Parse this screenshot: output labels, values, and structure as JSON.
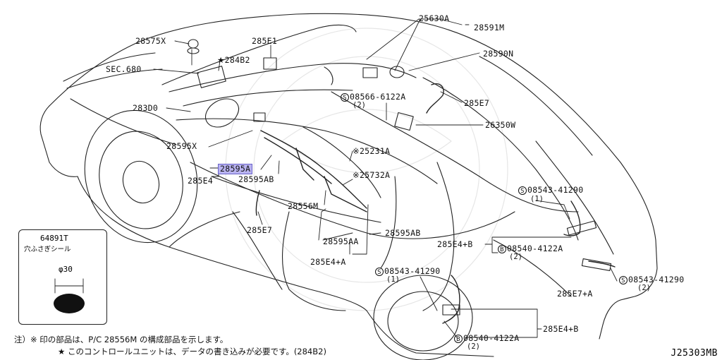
{
  "parts": {
    "p28575X": "28575X",
    "sec680": "SEC.680",
    "p285E1": "285E1",
    "p284B2": "284B2",
    "p283D0": "283D0",
    "p28595X": "28595X",
    "p28595A": "28595A",
    "p285E4": "285E4",
    "p28595AB_left": "28595AB",
    "p285E7_left": "285E7",
    "p28556M": "28556M",
    "p25630A": "25630A",
    "p28591M": "28591M",
    "p28590N": "28590N",
    "p08566": "08566-6122A",
    "p08566_qty": "(2)",
    "p285E7_right": "285E7",
    "p26350W": "26350W",
    "p25231A": "25231A",
    "p25732A": "25732A",
    "p28595AB_mid": "28595AB",
    "p28595AA": "28595AA",
    "p285E4A": "285E4+A",
    "p08543_top": "08543-41290",
    "p08543_top_qty": "(1)",
    "p285E4B_top": "285E4+B",
    "p08540_top": "08540-4122A",
    "p08540_top_qty": "(2)",
    "p08543_mid": "08543-41290",
    "p08543_mid_qty": "(1)",
    "p285E7A": "285E7+A",
    "p08543_right": "08543-41290",
    "p08543_right_qty": "(2)",
    "p285E4B_bottom": "285E4+B",
    "p08540_bottom": "08540-4122A",
    "p08540_bottom_qty": "(2)"
  },
  "symbols": {
    "screw_s": "S",
    "bolt_b": "B",
    "asterisk": "※",
    "star": "★"
  },
  "inset": {
    "part": "64891T",
    "name": "穴ふさぎシール",
    "diameter": "φ30"
  },
  "notes": {
    "prefix": "注）",
    "line1": "印の部品は、P/C 28556M の構成部品を示します。",
    "line2": "このコントロールユニットは、データの書き込みが必要です。(284B2)"
  },
  "diagram_code": "J25303MB"
}
